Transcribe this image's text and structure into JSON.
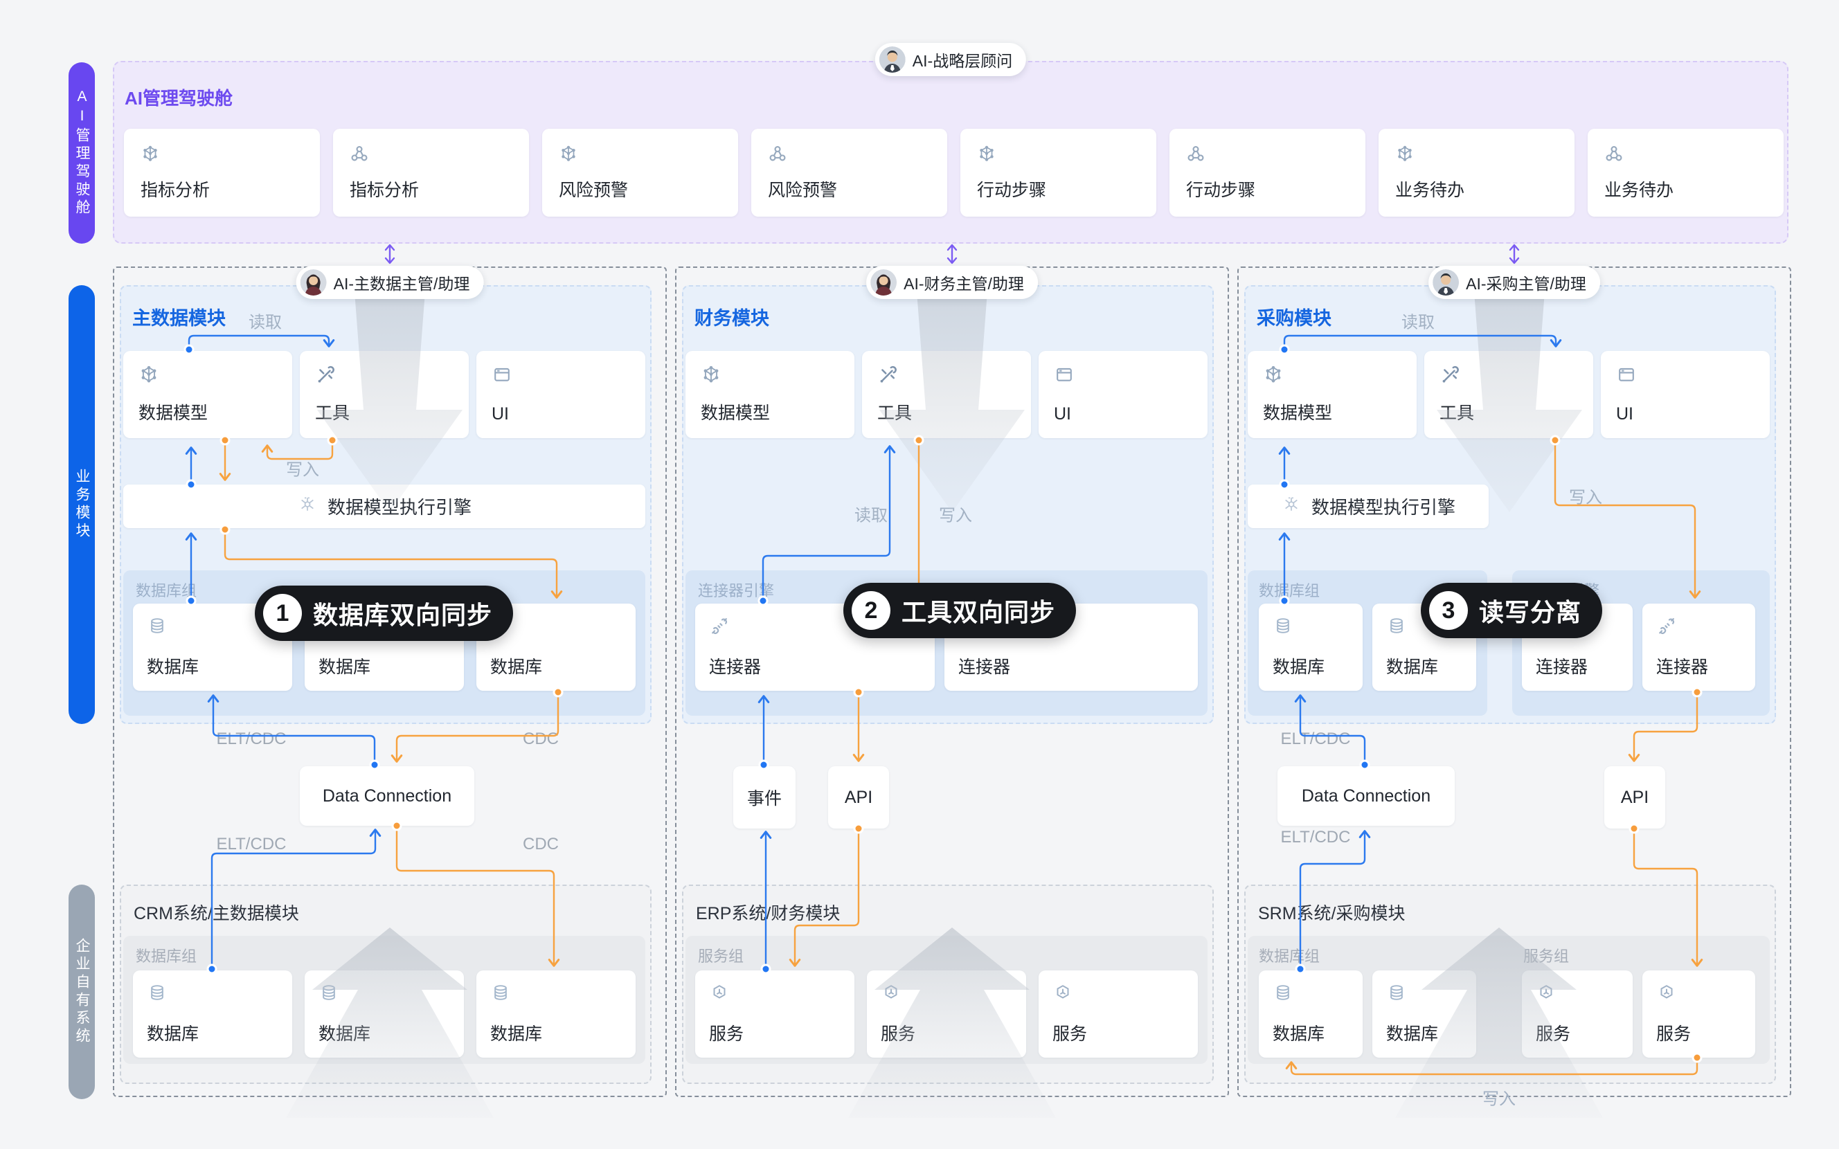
{
  "cockpit": {
    "rail": "AI管理驾驶舱",
    "title": "AI管理驾驶舱",
    "advisor": "AI-战略层顾问",
    "cards": [
      {
        "label": "指标分析",
        "icon": "model-cube-icon"
      },
      {
        "label": "指标分析",
        "icon": "workflow-icon"
      },
      {
        "label": "风险预警",
        "icon": "model-cube-icon"
      },
      {
        "label": "风险预警",
        "icon": "workflow-icon"
      },
      {
        "label": "行动步骤",
        "icon": "model-cube-icon"
      },
      {
        "label": "行动步骤",
        "icon": "workflow-icon"
      },
      {
        "label": "业务待办",
        "icon": "model-cube-icon"
      },
      {
        "label": "业务待办",
        "icon": "workflow-icon"
      }
    ]
  },
  "rails": {
    "business": "业务模块",
    "enterprise": "企业自有系统"
  },
  "badges": [
    {
      "num": "1",
      "label": "数据库双向同步"
    },
    {
      "num": "2",
      "label": "工具双向同步"
    },
    {
      "num": "3",
      "label": "读写分离"
    }
  ],
  "labels": {
    "read": "读取",
    "write": "写入",
    "elt": "ELT/CDC",
    "cdc": "CDC"
  },
  "columns": [
    {
      "agent": "AI-主数据主管/助理",
      "header": "主数据模块",
      "cards": [
        {
          "label": "数据模型"
        },
        {
          "label": "工具"
        },
        {
          "label": "UI"
        }
      ],
      "engine": "数据模型执行引擎",
      "group": {
        "label": "数据库组",
        "cards": [
          "数据库",
          "数据库",
          "数据库"
        ]
      },
      "connection": "Data Connection",
      "system": {
        "title": "CRM系统/主数据模块",
        "group": "数据库组",
        "cards": [
          "数据库",
          "数据库",
          "数据库"
        ]
      }
    },
    {
      "agent": "AI-财务主管/助理",
      "header": "财务模块",
      "cards": [
        {
          "label": "数据模型"
        },
        {
          "label": "工具"
        },
        {
          "label": "UI"
        }
      ],
      "group": {
        "label": "连接器引擎",
        "cards": [
          "连接器",
          "连接器"
        ]
      },
      "event": "事件",
      "api": "API",
      "system": {
        "title": "ERP系统/财务模块",
        "group": "服务组",
        "cards": [
          "服务",
          "服务",
          "服务"
        ]
      }
    },
    {
      "agent": "AI-采购主管/助理",
      "header": "采购模块",
      "cards": [
        {
          "label": "数据模型"
        },
        {
          "label": "工具"
        },
        {
          "label": "UI"
        }
      ],
      "engine": "数据模型执行引擎",
      "groupA": {
        "label": "数据库组",
        "cards": [
          "数据库",
          "数据库"
        ]
      },
      "groupB": {
        "label": "连接器引擎",
        "cards": [
          "连接器",
          "连接器"
        ]
      },
      "connection": "Data Connection",
      "api": "API",
      "system": {
        "title": "SRM系统/采购模块",
        "groupA": "数据库组",
        "groupB": "服务组",
        "cards": [
          "数据库",
          "数据库",
          "服务",
          "服务"
        ]
      }
    }
  ],
  "colors": {
    "accent_purple": "#6d4aef",
    "accent_blue": "#1566e0",
    "line_blue": "#2b79ee",
    "line_orange": "#f7a23f",
    "badge_bg": "#17191d"
  }
}
